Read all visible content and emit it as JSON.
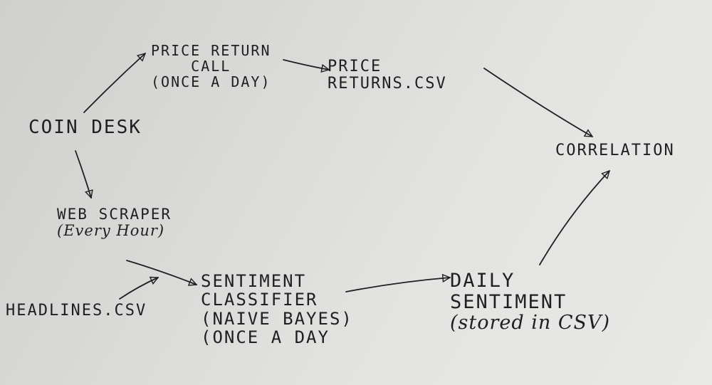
{
  "nodes": {
    "coindesk": {
      "lines": [
        "COIN DESK"
      ]
    },
    "price_return_call": {
      "lines": [
        "PRICE RETURN",
        "CALL",
        "(ONCE A DAY)"
      ]
    },
    "price_returns_csv": {
      "lines": [
        "PRICE",
        "RETURNS.CSV"
      ]
    },
    "correlation": {
      "lines": [
        "CORRELATION"
      ]
    },
    "web_scraper": {
      "lines": [
        "WEB SCRAPER",
        "(Every Hour)"
      ]
    },
    "headlines_csv": {
      "lines": [
        "HEADLINES.CSV"
      ]
    },
    "sentiment_classifier": {
      "lines": [
        "SENTIMENT",
        "CLASSIFIER",
        "(NAIVE BAYES)",
        "(ONCE A DAY"
      ]
    },
    "daily_sentiment": {
      "lines": [
        "DAILY",
        "SENTIMENT",
        "(stored in CSV)"
      ]
    }
  },
  "colors": {
    "ink": "#1f1f1f"
  }
}
